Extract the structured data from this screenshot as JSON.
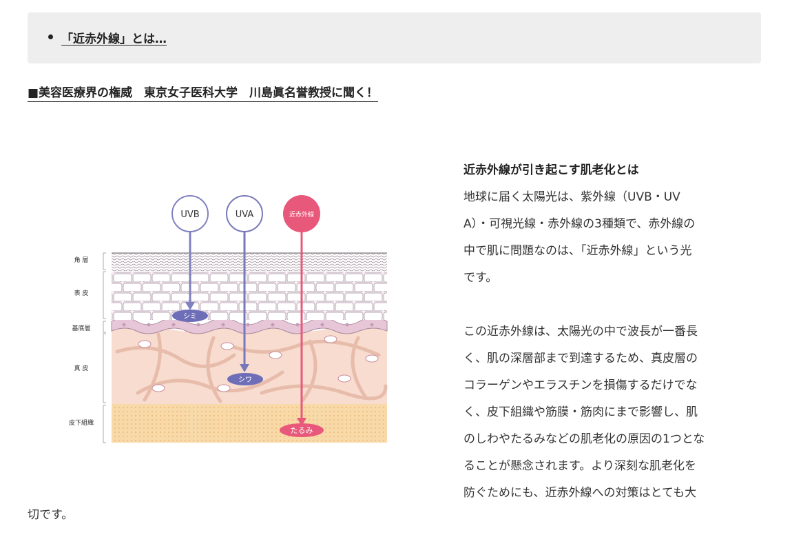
{
  "toc": {
    "item": "「近赤外線」とは…"
  },
  "section": {
    "heading": "■美容医療界の権威　東京女子医科大学　川島眞名誉教授に聞く！"
  },
  "figure": {
    "layers": [
      "角 層",
      "表 皮",
      "基底層",
      "真 皮",
      "皮下組織"
    ],
    "rays": [
      "UVB",
      "UVA",
      "近赤外線"
    ],
    "effects": [
      "シミ",
      "シワ",
      "たるみ"
    ],
    "colors": {
      "uvb": "#8080c0",
      "uva": "#7878b8",
      "nir": "#e8587a",
      "effect_purple": "#6e6eb8"
    }
  },
  "article": {
    "heading": "近赤外線が引き起こす肌老化とは",
    "para1_lines": [
      "地球に届く太陽光は、紫外線（UVB・UV",
      "A）・可視光線・赤外線の3種類で、赤外線の",
      "中で肌に問題なのは、「近赤外線」という光",
      "です。"
    ],
    "para2_lines": [
      "この近赤外線は、太陽光の中で波長が一番長",
      "く、肌の深層部まで到達するため、真皮層の",
      "コラーゲンやエラスチンを損傷するだけでな",
      "く、皮下組織や筋膜・筋肉にまで影響し、肌",
      "のしわやたるみなどの肌老化の原因の1つとな",
      "ることが懸念されます。より深刻な肌老化を",
      "防ぐためにも、近赤外線への対策はとても大"
    ],
    "tail": "切です。"
  }
}
